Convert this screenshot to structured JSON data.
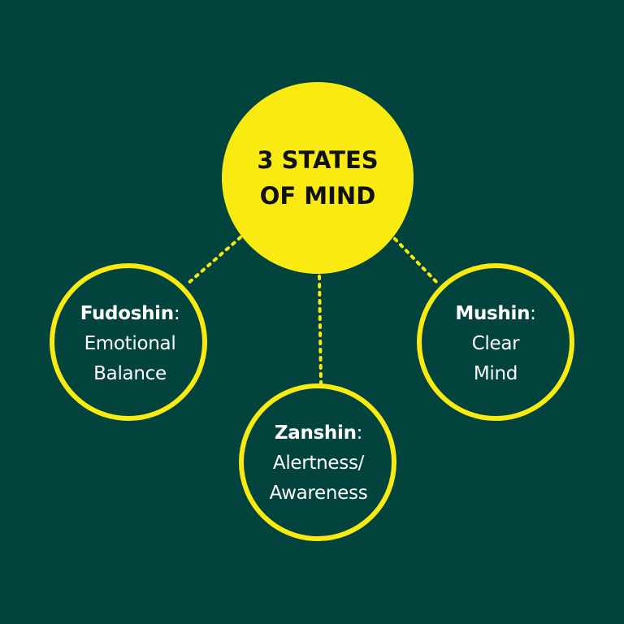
{
  "diagram": {
    "center": {
      "line1": "3 STATES",
      "line2": "OF MIND"
    },
    "nodes": [
      {
        "name": "Fudoshin",
        "suffix": ":",
        "line2": "Emotional",
        "line3": "Balance"
      },
      {
        "name": "Zanshin",
        "suffix": ":",
        "line2": "Alertness/",
        "line3": "Awareness"
      },
      {
        "name": "Mushin",
        "suffix": ":",
        "line2": "Clear",
        "line3": "Mind"
      }
    ]
  },
  "colors": {
    "background": "#03433d",
    "accent": "#f9ea12",
    "center_text": "#111111",
    "node_text": "#ffffff"
  }
}
